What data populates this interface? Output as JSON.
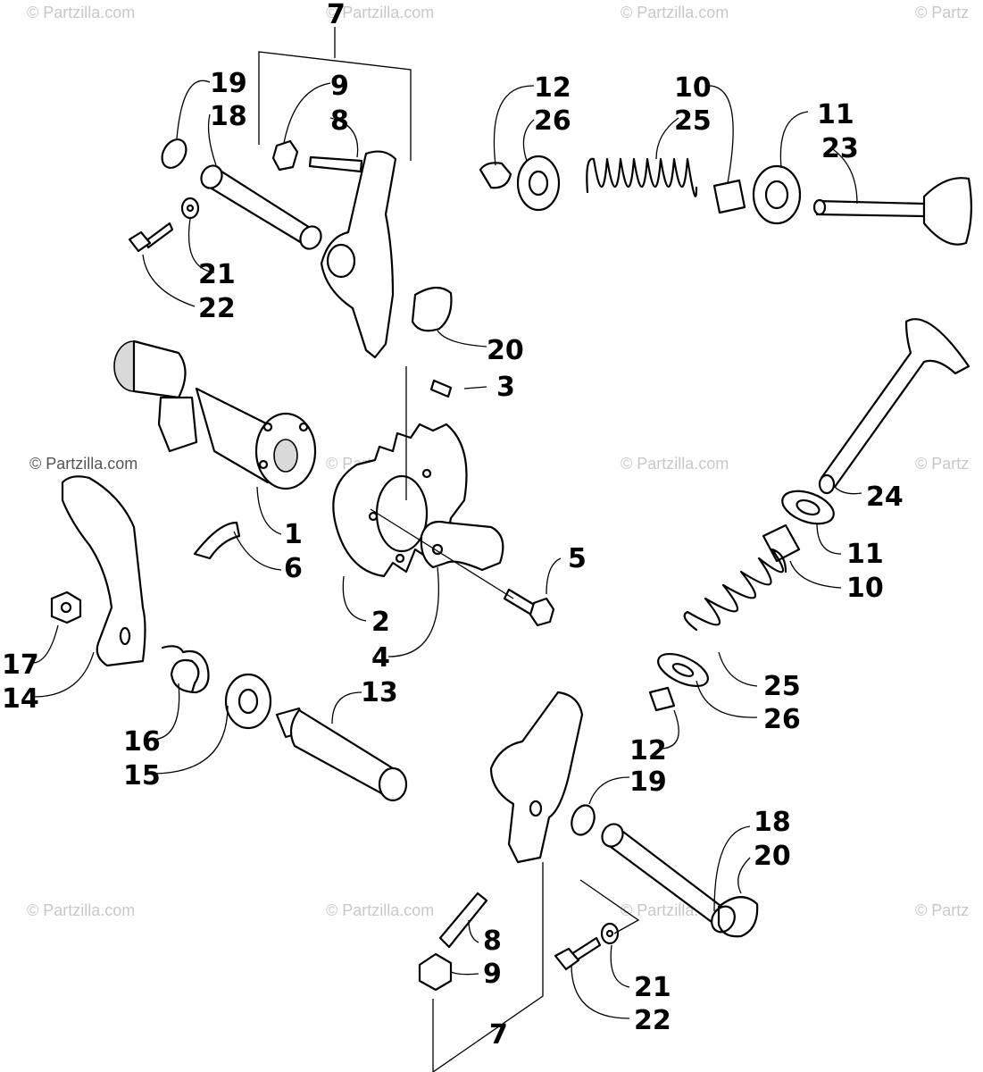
{
  "watermark": {
    "text": "© Partzilla.com",
    "text_short": "© Partz",
    "text_cut": "© Partzilla.com"
  },
  "labels": {
    "p7_top": "7",
    "p9_top": "9",
    "p8_top": "8",
    "p19_top": "19",
    "p18_top": "18",
    "p21_top": "21",
    "p22_top": "22",
    "p20_top": "20",
    "p12_top": "12",
    "p26_top": "26",
    "p10_top": "10",
    "p25_top": "25",
    "p11_top": "11",
    "p23": "23",
    "p3": "3",
    "p1": "1",
    "p6": "6",
    "p5": "5",
    "p2": "2",
    "p4": "4",
    "p24": "24",
    "p11_mid": "11",
    "p10_mid": "10",
    "p17": "17",
    "p14": "14",
    "p13": "13",
    "p16": "16",
    "p15": "15",
    "p25_mid": "25",
    "p26_mid": "26",
    "p12_mid": "12",
    "p19_bot": "19",
    "p18_bot": "18",
    "p20_bot": "20",
    "p8_bot": "8",
    "p9_bot": "9",
    "p21_bot": "21",
    "p22_bot": "22",
    "p7_bot": "7"
  }
}
